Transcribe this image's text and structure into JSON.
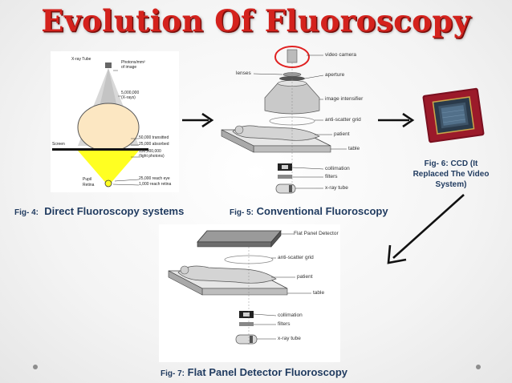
{
  "title": "Evolution Of Fluoroscopy",
  "fig4": {
    "caption_prefix": "Fig- 4:",
    "caption": "Direct Fluoroscopy systems",
    "labels": {
      "xray_tube": "X-ray Tube",
      "photons_head1": "Photons/mm²",
      "photons_head2": "of image",
      "v1": "5,000,000",
      "v1b": "(X-rays)",
      "v2": "50,000 transitted",
      "v3": "25,000 absorbed",
      "v4": "130,000,000",
      "v4b": "(light photons)",
      "screen": "Screen",
      "pupil": "Pupil",
      "retina": "Retina",
      "v5": "25,000 reach eye",
      "v6": "1,000 reach retina"
    }
  },
  "fig5": {
    "caption_prefix": "Fig- 5:",
    "caption": "Conventional Fluoroscopy",
    "labels": {
      "video_camera": "video camera",
      "lenses": "lenses",
      "aperture": "aperture",
      "image_intensifier": "image intensifier",
      "anti_scatter": "anti-scatter grid",
      "patient": "patient",
      "table": "table",
      "collimation": "collimation",
      "filters": "filters",
      "xray_tube": "x-ray tube"
    }
  },
  "fig6": {
    "line1": "Fig- 6: CCD (It",
    "line2": "Replaced The Video",
    "line3": "System)"
  },
  "fig7": {
    "caption_prefix": "Fig- 7:",
    "caption": "Flat Panel Detector Fluoroscopy",
    "labels": {
      "flat_panel": "Flat Panel Detector",
      "anti_scatter": "anti-scatter grid",
      "patient": "patient",
      "table": "table",
      "collimation": "collimation",
      "filters": "filters",
      "xray_tube": "x-ray tube"
    }
  },
  "colors": {
    "title": "#d4221d",
    "caption": "#1f3a5f",
    "highlight": "#e02020",
    "arrow": "#111111"
  }
}
